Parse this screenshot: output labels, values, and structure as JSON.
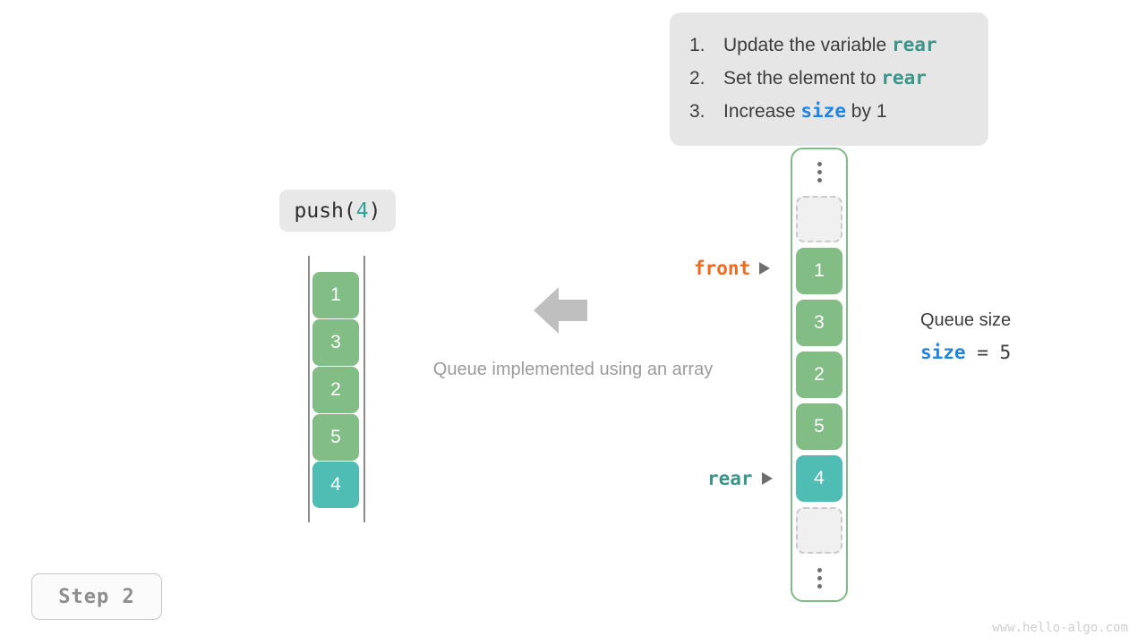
{
  "instructions": {
    "items": [
      {
        "num": "1.",
        "pre": "Update the variable ",
        "code": "rear",
        "code_color": "teal",
        "post": ""
      },
      {
        "num": "2.",
        "pre": "Set the element to ",
        "code": "rear",
        "code_color": "teal",
        "post": ""
      },
      {
        "num": "3.",
        "pre": "Increase ",
        "code": "size",
        "code_color": "blue",
        "post": " by 1"
      }
    ]
  },
  "operation": {
    "label_prefix": "push(",
    "label_value": "4",
    "label_suffix": ")"
  },
  "left_array": {
    "cells": [
      {
        "value": "1",
        "style": "green"
      },
      {
        "value": "3",
        "style": "green"
      },
      {
        "value": "2",
        "style": "green"
      },
      {
        "value": "5",
        "style": "green"
      },
      {
        "value": "4",
        "style": "teal"
      }
    ]
  },
  "middle": {
    "caption": "Queue implemented using an array",
    "arrow_direction": "left"
  },
  "queue": {
    "top_ellipsis": "⋮",
    "bottom_ellipsis": "⋮",
    "cells": [
      {
        "value": "",
        "style": "empty"
      },
      {
        "value": "1",
        "style": "green"
      },
      {
        "value": "3",
        "style": "green"
      },
      {
        "value": "2",
        "style": "green"
      },
      {
        "value": "5",
        "style": "green"
      },
      {
        "value": "4",
        "style": "teal"
      },
      {
        "value": "",
        "style": "empty"
      }
    ]
  },
  "pointers": {
    "front": {
      "label": "front",
      "color": "#ec6a21"
    },
    "rear": {
      "label": "rear",
      "color": "#3a9688"
    }
  },
  "size_readout": {
    "title": "Queue size",
    "var_name": "size",
    "operator": " = ",
    "value": "5"
  },
  "step_badge": {
    "label": "Step 2"
  },
  "watermark": {
    "text": "www.hello-algo.com"
  },
  "colors": {
    "green": "#82bd85",
    "teal": "#4fbdb4",
    "front_orange": "#ec6a21",
    "rear_teal": "#3a9688",
    "size_blue": "#1f85de",
    "queue_border": "#7dbd85",
    "card_bg": "#e6e6e6"
  }
}
